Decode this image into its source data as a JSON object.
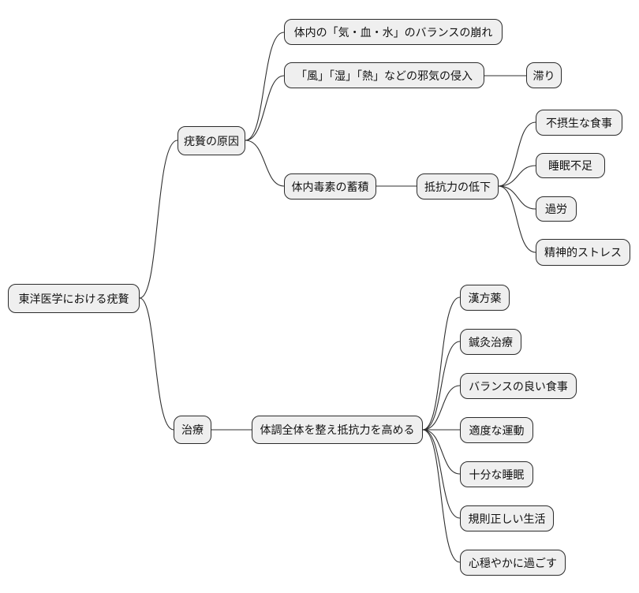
{
  "diagram": {
    "type": "mindmap",
    "colors": {
      "background": "#ffffff",
      "node_fill": "#efefef",
      "node_border": "#2b2b2b",
      "edge": "#2f2f2f",
      "text": "#111111"
    },
    "root": {
      "label": "東洋医学における疣贅"
    },
    "causes": {
      "label": "疣贅の原因",
      "balance": {
        "label": "体内の「気・血・水」のバランスの崩れ"
      },
      "evil": {
        "label": "「風」「湿」「熱」などの邪気の侵入"
      },
      "stagnation": {
        "label": "滞り"
      },
      "toxins": {
        "label": "体内毒素の蓄積"
      },
      "resistance": {
        "label": "抵抗力の低下"
      },
      "resistance_factors": [
        {
          "label": "不摂生な食事"
        },
        {
          "label": "睡眠不足"
        },
        {
          "label": "過労"
        },
        {
          "label": "精神的ストレス"
        }
      ]
    },
    "treatment": {
      "label": "治療",
      "approach": {
        "label": "体調全体を整え抵抗力を高める"
      },
      "methods": [
        {
          "label": "漢方薬"
        },
        {
          "label": "鍼灸治療"
        },
        {
          "label": "バランスの良い食事"
        },
        {
          "label": "適度な運動"
        },
        {
          "label": "十分な睡眠"
        },
        {
          "label": "規則正しい生活"
        },
        {
          "label": "心穏やかに過ごす"
        }
      ]
    }
  }
}
